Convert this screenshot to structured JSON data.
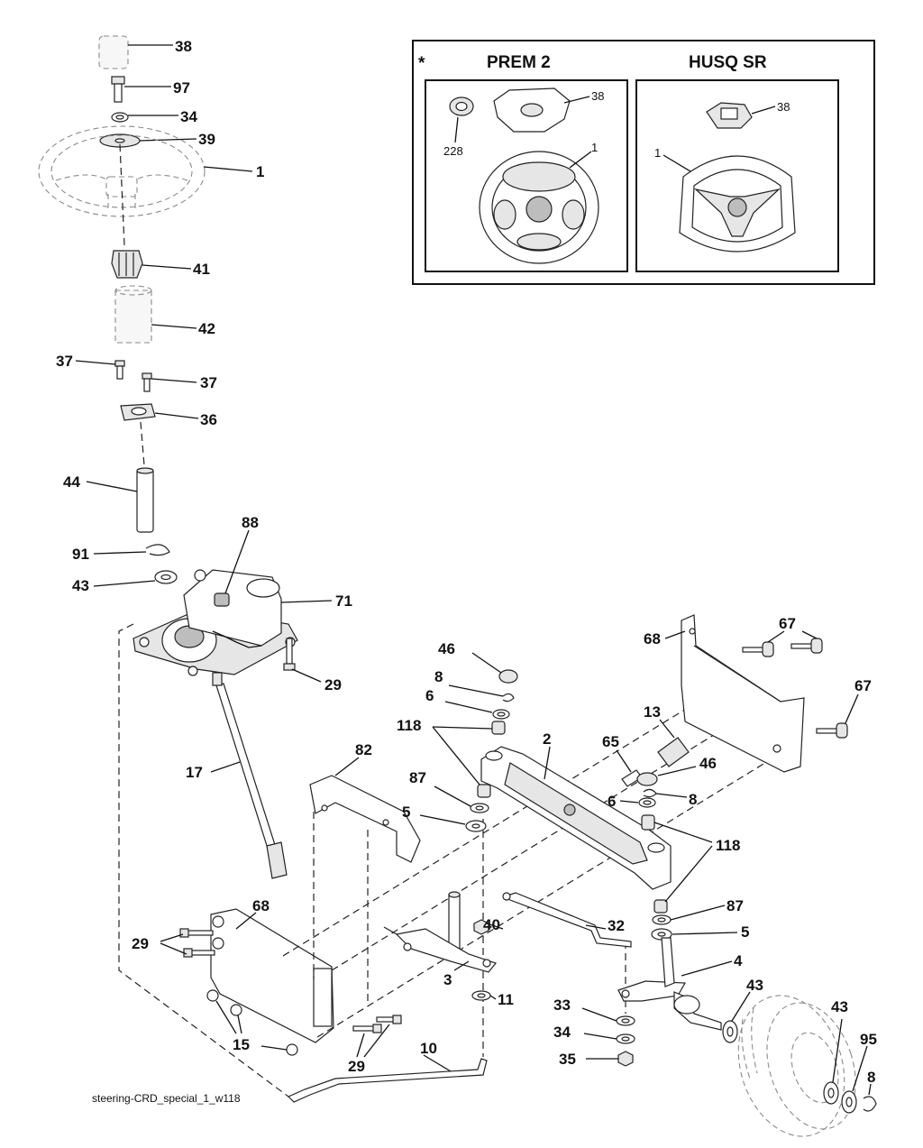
{
  "caption": "steering-CRD_special_1_w118",
  "inset": {
    "marker": "*",
    "left_title": "PREM 2",
    "right_title": "HUSQ SR",
    "left_labels": [
      "38",
      "228",
      "1"
    ],
    "right_labels": [
      "38",
      "1"
    ]
  },
  "callouts": {
    "c38": "38",
    "c97": "97",
    "c34a": "34",
    "c39": "39",
    "c1": "1",
    "c41": "41",
    "c42": "42",
    "c37a": "37",
    "c37b": "37",
    "c36": "36",
    "c44": "44",
    "c88": "88",
    "c91": "91",
    "c43a": "43",
    "c71": "71",
    "c29a": "29",
    "c17": "17",
    "c82": "82",
    "c46a": "46",
    "c8a": "8",
    "c6a": "6",
    "c118a": "118",
    "c87a": "87",
    "c5a": "5",
    "c2": "2",
    "c68a": "68",
    "c67a": "67",
    "c67b": "67",
    "c13": "13",
    "c65": "65",
    "c46b": "46",
    "c6b": "6",
    "c8b": "8",
    "c118b": "118",
    "c87b": "87",
    "c5b": "5",
    "c32": "32",
    "c40": "40",
    "c3": "3",
    "c11": "11",
    "c4": "4",
    "c43b": "43",
    "c33": "33",
    "c34b": "34",
    "c35": "35",
    "c43c": "43",
    "c95": "95",
    "c8c": "8",
    "c29b": "29",
    "c68b": "68",
    "c15": "15",
    "c29c": "29",
    "c10": "10"
  }
}
